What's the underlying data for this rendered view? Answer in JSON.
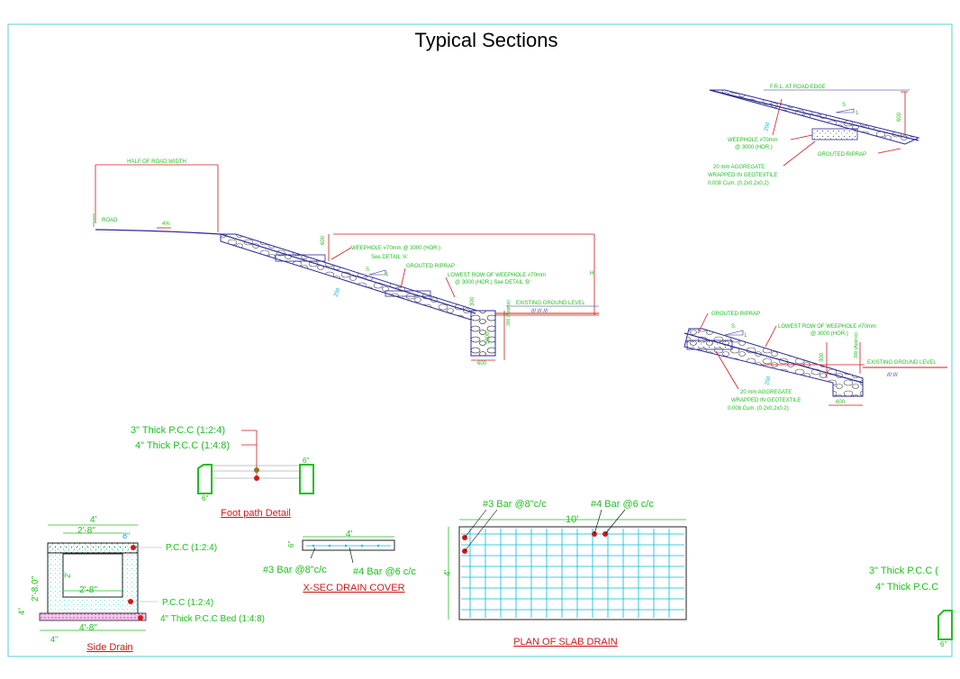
{
  "title": "Typical Sections",
  "section_road": {
    "half_road_width": "HALF OF ROAD WIDTH",
    "cl_road": "ROAD",
    "camber": "4%",
    "dim_600_top": "600",
    "weephole": "WEEPHOLE #70mm @ 3000 (HOR.)",
    "see_a": "See DETAIL 'A'",
    "slope_s": "S",
    "slope_1": "1",
    "grouted_riprap": "GROUTED RIPRAP",
    "lowest_row_1": "LOWEST ROW OF WEEPHOLE #70mm",
    "lowest_row_2": "@ 3000 (HOR.) See DETAIL 'B'",
    "existing_ground": "EXISTING GROUND LEVEL",
    "dim_250": "250",
    "dim_300": "300",
    "dim_1000": "1000",
    "dim_600_bottom": "600",
    "dim_h": "H",
    "dim_300_approx": "300 (Approx)"
  },
  "detail_a": {
    "frl": "F.R.L. AT ROAD EDGE",
    "slope_s": "S",
    "slope_1": "1",
    "dim_600": "600",
    "dim_250": "250",
    "weephole_1": "WEEPHOLE #70mm",
    "weephole_2": "@ 3000 (HOR.)",
    "grouted_riprap": "GROUTED RIPRAP",
    "agg_1": "20 mm AGGREGATE",
    "agg_2": "WRAPPED IN GEOTEXTILE",
    "agg_3": "0.008 Cum. (0.2x0.2x0.2)"
  },
  "detail_b": {
    "grouted_riprap": "GROUTED RIPRAP",
    "slope_s": "S",
    "slope_1": "1",
    "lowest_row_1": "LOWEST ROW OF WEEPHOLE #70mm",
    "lowest_row_2": "@ 3000 (HOR.)",
    "dim_300": "300",
    "dim_300_approx": "300 (Approx)",
    "existing_ground": "EXISTING GROUND LEVEL",
    "dim_250": "250",
    "dim_600": "600",
    "agg_1": "20 mm AGGREGATE",
    "agg_2": "WRAPPED IN GEOTEXTILE",
    "agg_3": "0.008 Cum. (0.2x0.2x0.2)"
  },
  "footpath": {
    "label_1": "3\" Thick P.C.C (1:2:4)",
    "label_2": "4\" Thick P.C.C (1:4:8)",
    "dim_6_left": "6\"",
    "dim_6_right": "6\"",
    "caption": "Foot path Detail"
  },
  "side_drain": {
    "dim_4ft": "4'",
    "dim_2ft8_top": "2'-8\"",
    "dim_8in": "8\"",
    "dim_2ft8_side": "2'-8.0\"",
    "dim_2ft": "2'",
    "dim_2ft8_inner": "2'-8\"",
    "dim_4in_side": "4\"",
    "dim_4ft8": "4'-8\"",
    "dim_4in_bottom": "4\"",
    "pcc_top": "P.C.C (1:2:4)",
    "pcc_mid": "P.C.C (1:2:4)",
    "pcc_bed": "4\" Thick P.C.C Bed (1:4:8)",
    "caption": "Side Drain"
  },
  "drain_cover": {
    "dim_4ft": "4'",
    "dim_6in": "6\"",
    "bar_3": "#3 Bar @8\"c/c",
    "bar_4": "#4 Bar @6 c/c",
    "caption": "X-SEC DRAIN COVER"
  },
  "slab_drain": {
    "bar_3": "#3 Bar @8\"c/c",
    "bar_4": "#4 Bar @6 c/c",
    "dim_10ft": "10'",
    "dim_4ft": "4'",
    "caption": "PLAN OF SLAB DRAIN"
  },
  "right_partial": {
    "label_1": "3\" Thick P.C.C (",
    "label_2": "4\" Thick P.C.C",
    "dim_6": "6\""
  },
  "colors": {
    "frame": "#6fd7e0",
    "dim_red": "#d01a1a",
    "annot_green": "#1fbf1f",
    "slope_blue": "#2a2a9a",
    "grid_cyan": "#00bcd4"
  }
}
